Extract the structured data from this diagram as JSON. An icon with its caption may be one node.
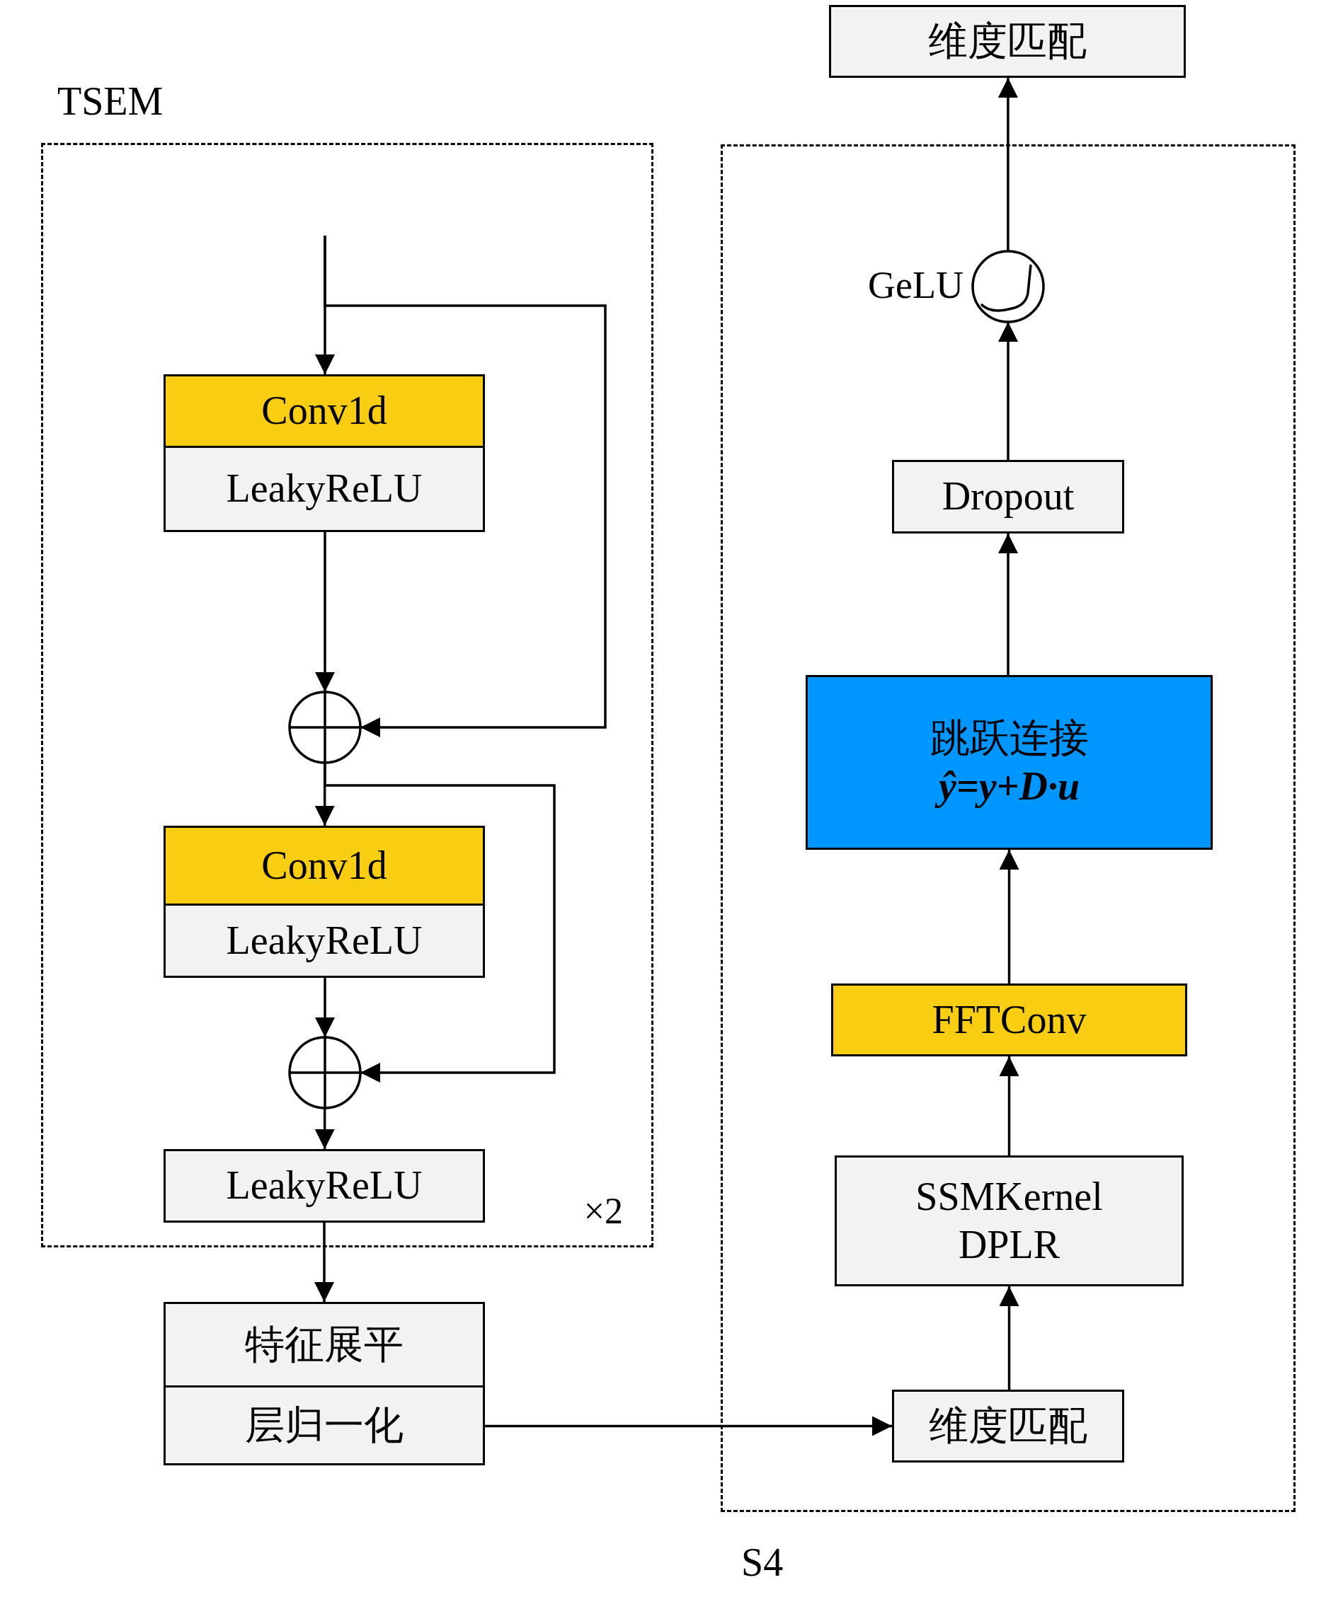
{
  "diagram": {
    "nodes": [
      {
        "text": [
          "TSEM",
          "×2"
        ]
      },
      {
        "text": [
          "S4"
        ]
      },
      {
        "text": [
          "Conv1d"
        ],
        "in": 0
      },
      {
        "text": [
          "LeakyReLU"
        ],
        "in": 0
      },
      {
        "text": [],
        "shape": "circle",
        "in": 0
      },
      {
        "text": [
          "Conv1d"
        ],
        "in": 0
      },
      {
        "text": [
          "LeakyReLU"
        ],
        "in": 0
      },
      {
        "text": [],
        "shape": "circle",
        "in": 0
      },
      {
        "text": [
          "LeakyReLU"
        ],
        "in": 0
      },
      {
        "text": [
          "特征展平"
        ]
      },
      {
        "text": [
          "层归一化"
        ]
      },
      {
        "text": [
          "维度匹配"
        ],
        "in": 1
      },
      {
        "text": [
          "SSMKernel DPLR"
        ],
        "in": 1
      },
      {
        "text": [
          "FFTConv"
        ],
        "in": 1
      },
      {
        "text": [
          "跳跃连接",
          "ŷ=y+D·u"
        ],
        "in": 1
      },
      {
        "text": [
          "Dropout"
        ],
        "in": 1
      },
      {
        "text": [],
        "shape": "circle",
        "beside": [
          "GeLU"
        ],
        "in": 1
      },
      {
        "text": [
          "维度匹配"
        ]
      }
    ],
    "edges": [
      {
        "from": null,
        "to": 2,
        "arrow": "to"
      },
      {
        "from": null,
        "to": 4,
        "arrow": "to"
      },
      {
        "from": 3,
        "to": 4,
        "arrow": "to"
      },
      {
        "from": 4,
        "to": 5,
        "arrow": "to"
      },
      {
        "from": 4,
        "to": 7,
        "arrow": "to"
      },
      {
        "from": 6,
        "to": 7,
        "arrow": "to"
      },
      {
        "from": 7,
        "to": 8,
        "arrow": "to"
      },
      {
        "from": 8,
        "to": 9,
        "arrow": "to"
      },
      {
        "from": 10,
        "to": 11,
        "arrow": "to"
      },
      {
        "from": 11,
        "to": 12,
        "arrow": "to"
      },
      {
        "from": 12,
        "to": 13,
        "arrow": "to"
      },
      {
        "from": 13,
        "to": 14,
        "arrow": "to"
      },
      {
        "from": 14,
        "to": 15,
        "arrow": "to"
      },
      {
        "from": 15,
        "to": 16,
        "arrow": "to"
      },
      {
        "from": 16,
        "to": 17,
        "arrow": "to"
      }
    ]
  }
}
